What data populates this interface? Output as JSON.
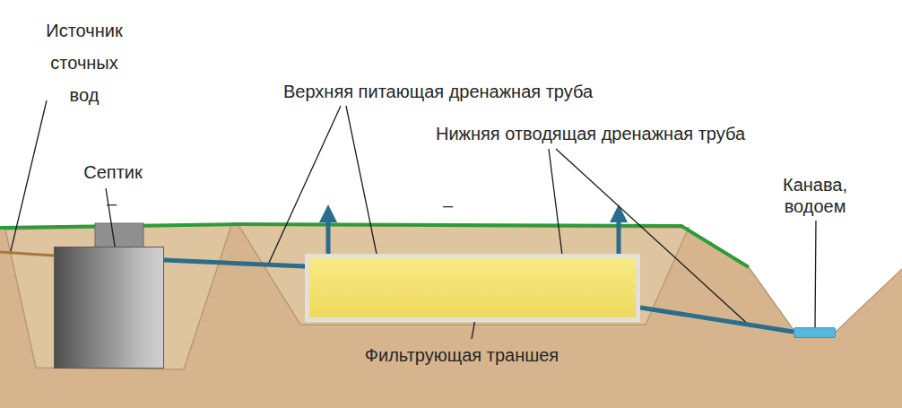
{
  "diagram": {
    "nodes": [
      {
        "text": [
          "Септик"
        ]
      },
      {
        "text": [
          "Фильтрующая траншея"
        ]
      },
      {
        "text": [
          "Канава, водоем"
        ]
      }
    ],
    "edges": [
      {
        "from": 0,
        "to": 1,
        "arrow": "none"
      },
      {
        "from": 1,
        "to": 2,
        "arrow": "none"
      }
    ],
    "labels": [
      "Источник сточных вод",
      "Верхняя питающая дренажная труба",
      "Нижняя отводящая дренажная труба",
      "–",
      "–"
    ]
  }
}
